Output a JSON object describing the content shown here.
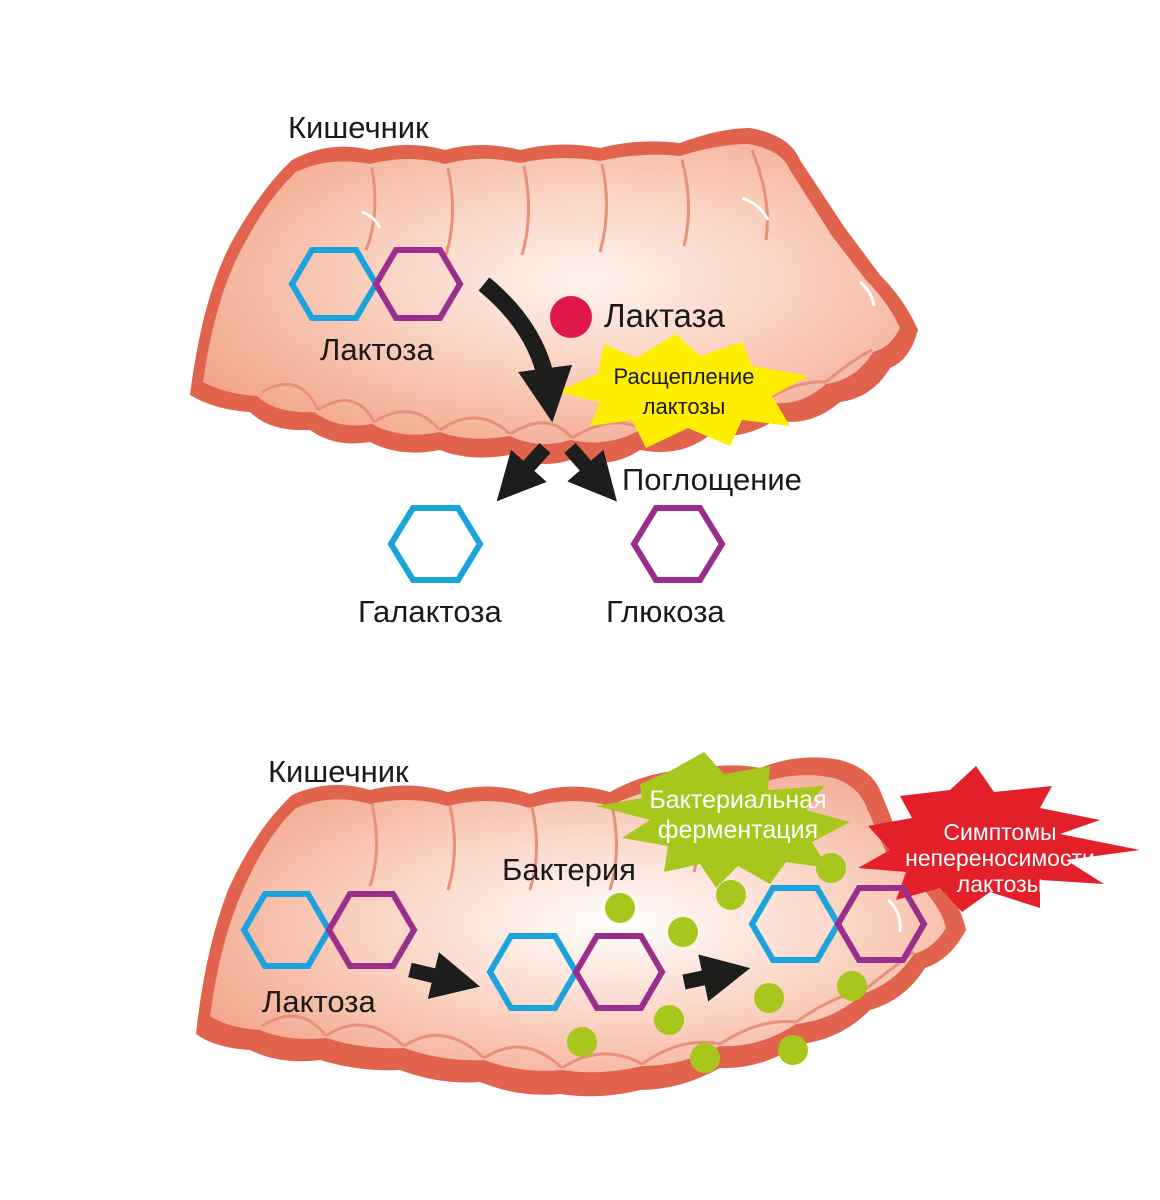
{
  "colors": {
    "intestine_fill": "#f6b9a2",
    "intestine_light": "#fde6dc",
    "intestine_rim": "#e2634d",
    "galactose": "#1aa3dd",
    "glucose": "#9a2e8c",
    "lactase": "#e0174a",
    "burst_yellow": "#ffee00",
    "burst_green": "#a8c71c",
    "burst_red": "#e3202a",
    "bacteria": "#a8c71c",
    "arrow": "#1d1d1b"
  },
  "top_panel": {
    "intestine_label": "Кишечник",
    "lactose_label": "Лактоза",
    "lactase_label": "Лактаза",
    "burst_text": [
      "Расщепление",
      "лактозы"
    ],
    "absorption_label": "Поглощение",
    "galactose_label": "Галактоза",
    "glucose_label": "Глюкоза"
  },
  "bottom_panel": {
    "intestine_label": "Кишечник",
    "lactose_label": "Лактоза",
    "bacteria_label": "Бактерия",
    "fermentation_text": [
      "Бактериальная",
      "ферментация"
    ],
    "symptoms_text": [
      "Симптомы",
      "непереносимости",
      "лактозы"
    ]
  }
}
